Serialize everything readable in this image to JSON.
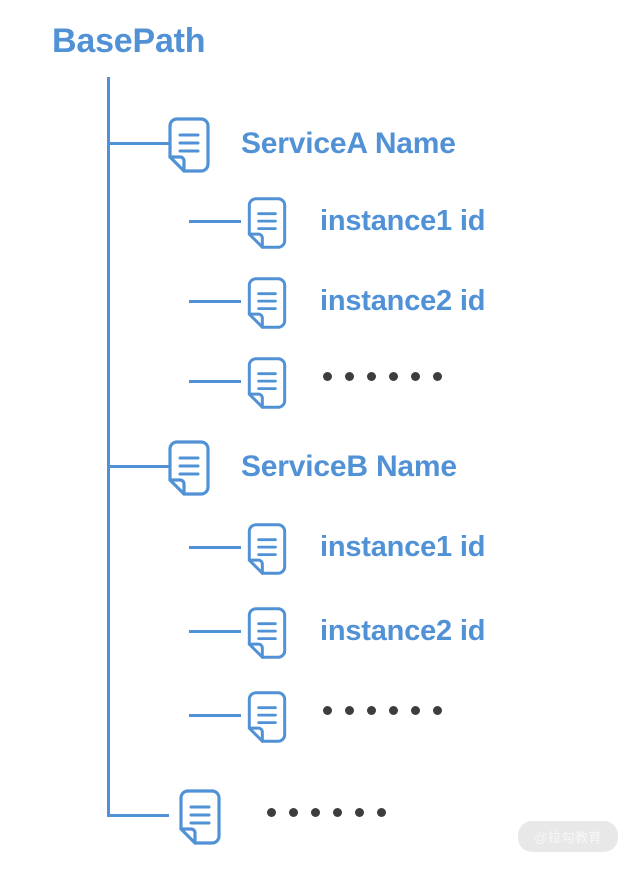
{
  "diagram": {
    "type": "tree",
    "title": "BasePath",
    "accent_color": "#5191d6",
    "dot_color": "#3d3d3d",
    "background": "#ffffff",
    "ellipsis_label": "• • • • • •",
    "nodes": [
      {
        "id": "service-a",
        "label": "ServiceA Name",
        "level": 1,
        "icon": "document-icon",
        "children": [
          {
            "id": "service-a-instance-1",
            "label": "instance1 id",
            "level": 2,
            "icon": "document-icon"
          },
          {
            "id": "service-a-instance-2",
            "label": "instance2 id",
            "level": 2,
            "icon": "document-icon"
          },
          {
            "id": "service-a-more",
            "label": "",
            "level": 2,
            "icon": "document-icon",
            "is_ellipsis": true
          }
        ]
      },
      {
        "id": "service-b",
        "label": "ServiceB Name",
        "level": 1,
        "icon": "document-icon",
        "children": [
          {
            "id": "service-b-instance-1",
            "label": "instance1 id",
            "level": 2,
            "icon": "document-icon"
          },
          {
            "id": "service-b-instance-2",
            "label": "instance2 id",
            "level": 2,
            "icon": "document-icon"
          },
          {
            "id": "service-b-more",
            "label": "",
            "level": 2,
            "icon": "document-icon",
            "is_ellipsis": true
          }
        ]
      },
      {
        "id": "service-more",
        "label": "",
        "level": 1,
        "icon": "document-icon",
        "is_ellipsis": true,
        "children": []
      }
    ]
  },
  "watermark": {
    "text": "@拉勾教育"
  }
}
